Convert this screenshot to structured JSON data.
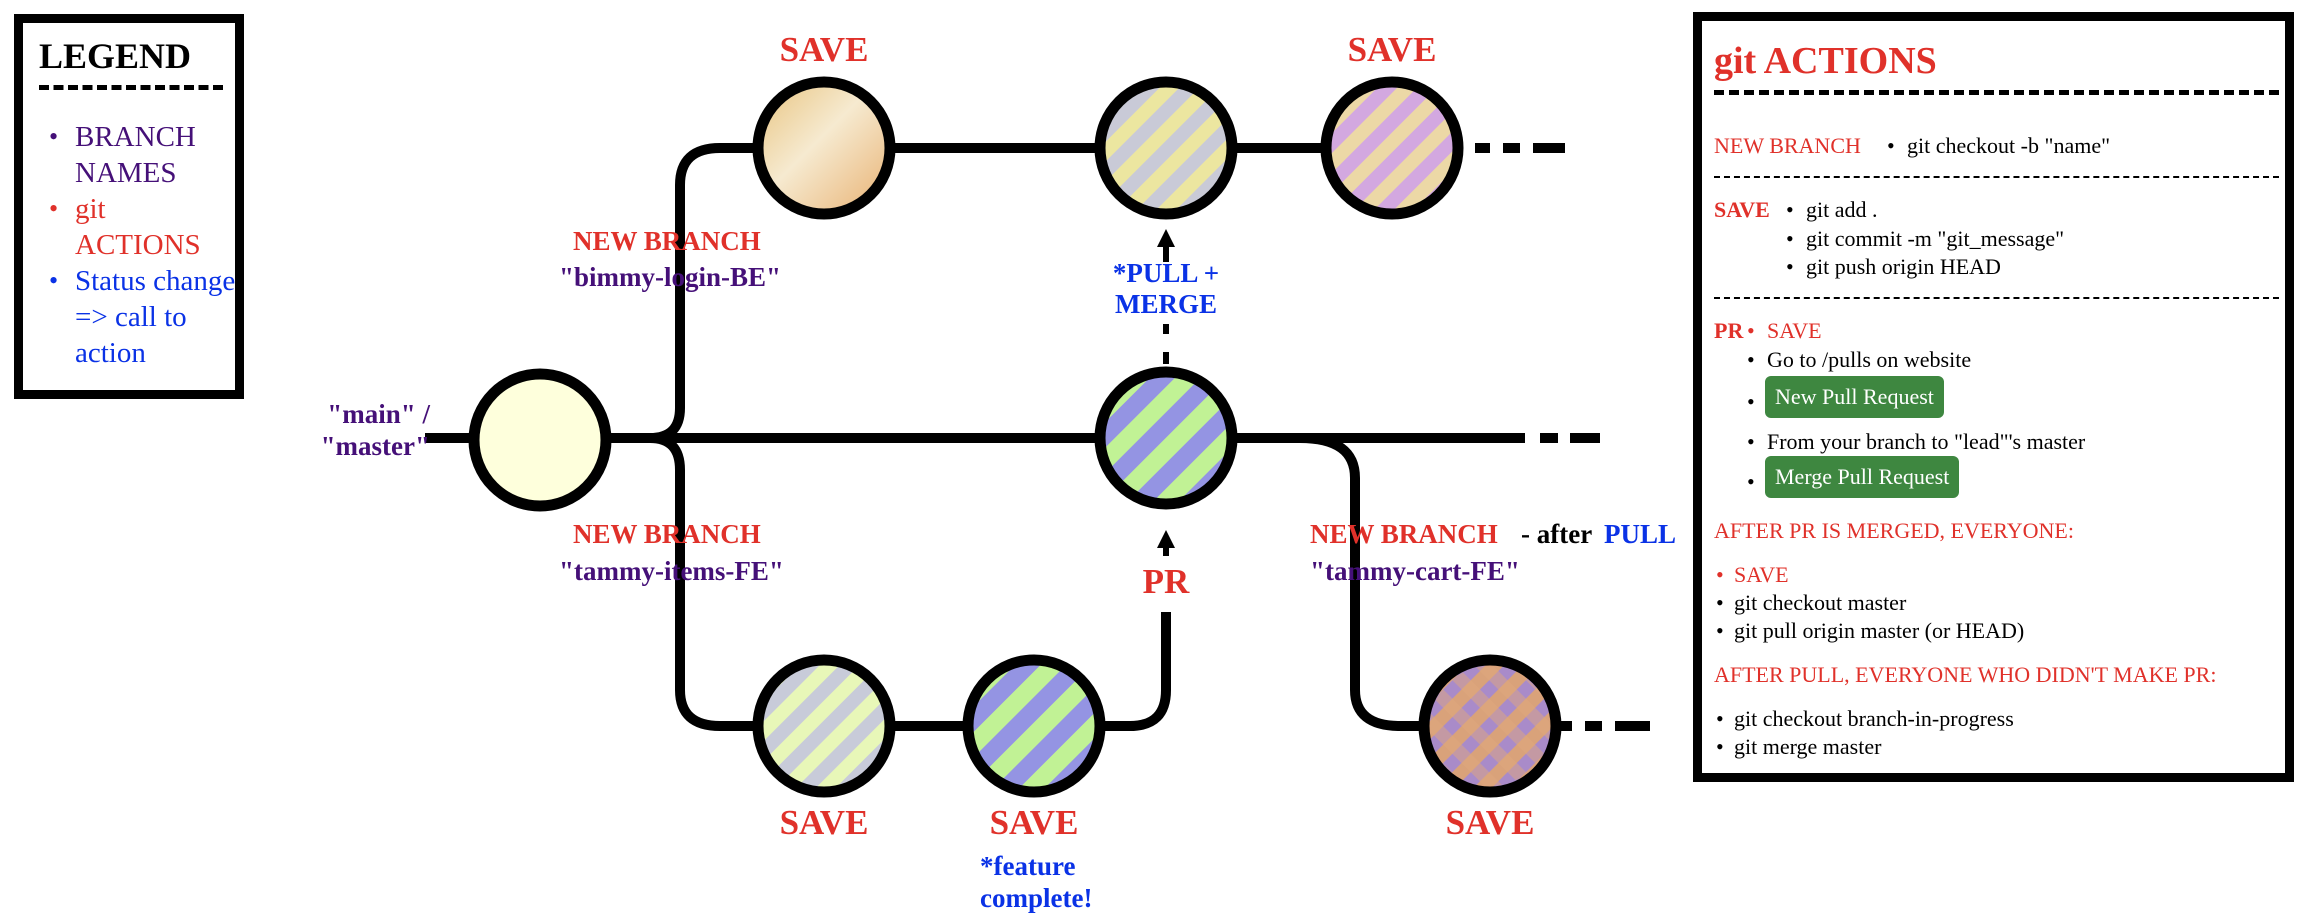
{
  "legend": {
    "title": "LEGEND",
    "items": [
      {
        "label": "BRANCH NAMES",
        "color": "#451078"
      },
      {
        "label": "git ACTIONS",
        "color": "#e0312a"
      },
      {
        "label": "Status change => call to action",
        "color": "#0a32e6"
      }
    ]
  },
  "diagram": {
    "main_label": "\"main\" /\n\"master\"",
    "save_label": "SAVE",
    "new_branch_label": "NEW BRANCH",
    "branch_top": "\"bimmy-login-BE\"",
    "branch_bottom": "\"tammy-items-FE\"",
    "branch_cart": "\"tammy-cart-FE\"",
    "after_text": "- after",
    "pull_text": "PULL",
    "pull_merge": "*PULL +\nMERGE",
    "pr_label": "PR",
    "feature_complete": "*feature\ncomplete!"
  },
  "actions": {
    "title": "git ACTIONS",
    "new_branch": {
      "label": "NEW BRANCH",
      "cmd": "git checkout -b \"name\""
    },
    "save": {
      "label": "SAVE",
      "cmds": [
        "git add .",
        "git commit -m \"git_message\"",
        "git push origin HEAD"
      ]
    },
    "pr": {
      "label": "PR",
      "first": "SAVE",
      "step1": "Go to /pulls on website",
      "btn1": "New Pull Request",
      "step2": "From your branch to \"lead\"'s master",
      "btn2": "Merge Pull Request"
    },
    "after_merged": {
      "heading": "AFTER PR IS MERGED, EVERYONE:",
      "first": "SAVE",
      "cmds": [
        "git checkout master",
        "git pull origin master (or HEAD)"
      ]
    },
    "after_pull": {
      "heading": "AFTER PULL, EVERYONE WHO DIDN'T MAKE PR:",
      "cmds": [
        "git checkout branch-in-progress",
        "git merge master"
      ]
    }
  },
  "colors": {
    "red": "#e0312a",
    "purple": "#451078",
    "blue": "#0a32e6",
    "button_green": "#3e8740"
  }
}
